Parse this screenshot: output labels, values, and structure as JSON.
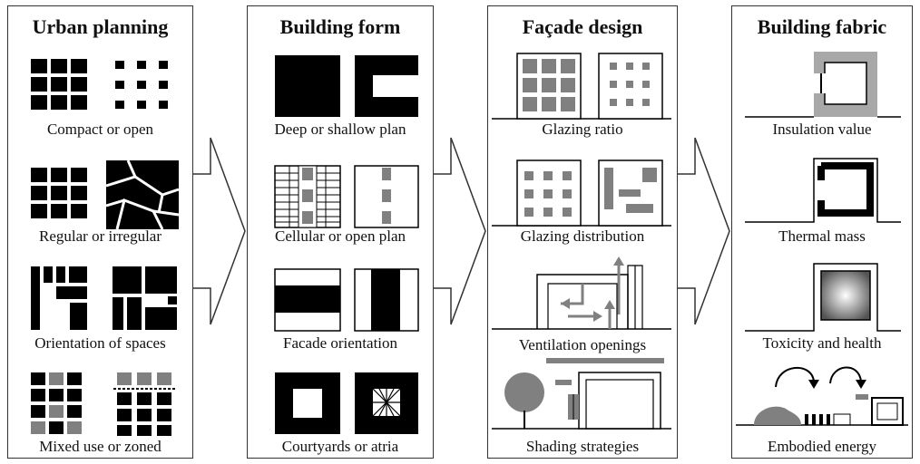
{
  "panels": [
    {
      "title": "Urban planning",
      "captions": [
        "Compact or open",
        "Regular or irregular",
        "Orientation of spaces",
        "Mixed use or zoned"
      ]
    },
    {
      "title": "Building form",
      "captions": [
        "Deep or shallow plan",
        "Cellular or open plan",
        "Facade orientation",
        "Courtyards or atria"
      ]
    },
    {
      "title": "Façade design",
      "captions": [
        "Glazing ratio",
        "Glazing distribution",
        "Ventilation openings",
        "Shading strategies"
      ]
    },
    {
      "title": "Building fabric",
      "captions": [
        "Insulation value",
        "Thermal mass",
        "Toxicity and health",
        "Embodied energy"
      ]
    }
  ],
  "colors": {
    "fill": "#000000",
    "grey": "#808080",
    "line": "#333333"
  }
}
